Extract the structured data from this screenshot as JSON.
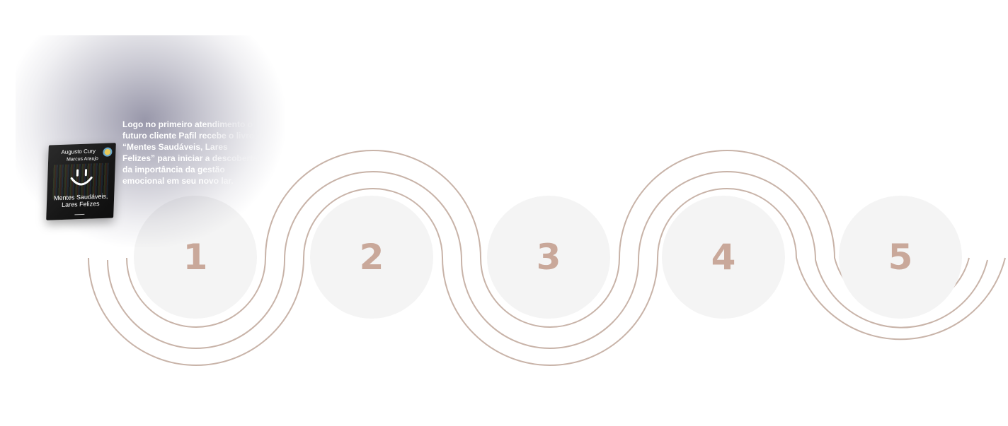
{
  "steps": [
    {
      "number": "1"
    },
    {
      "number": "2"
    },
    {
      "number": "3"
    },
    {
      "number": "4"
    },
    {
      "number": "5"
    }
  ],
  "popup": {
    "lines": [
      "Logo no primeiro atendimento o",
      "futuro cliente Pafil recebe o livro",
      "“Mentes Saudáveis, Lares",
      "Felizes” para iniciar a descoberta",
      "da importância da gestão",
      "emocional em seu novo lar."
    ],
    "book": {
      "author_1": "Augusto Cury",
      "author_2": "Marcus Araujo",
      "title_line_1": "Mentes Saudáveis,",
      "title_line_2": "Lares Felizes"
    }
  },
  "colors": {
    "line": "#c8b3a8",
    "number": "#c9a89a",
    "circle": "#f4f4f4",
    "glow": "#444264"
  }
}
